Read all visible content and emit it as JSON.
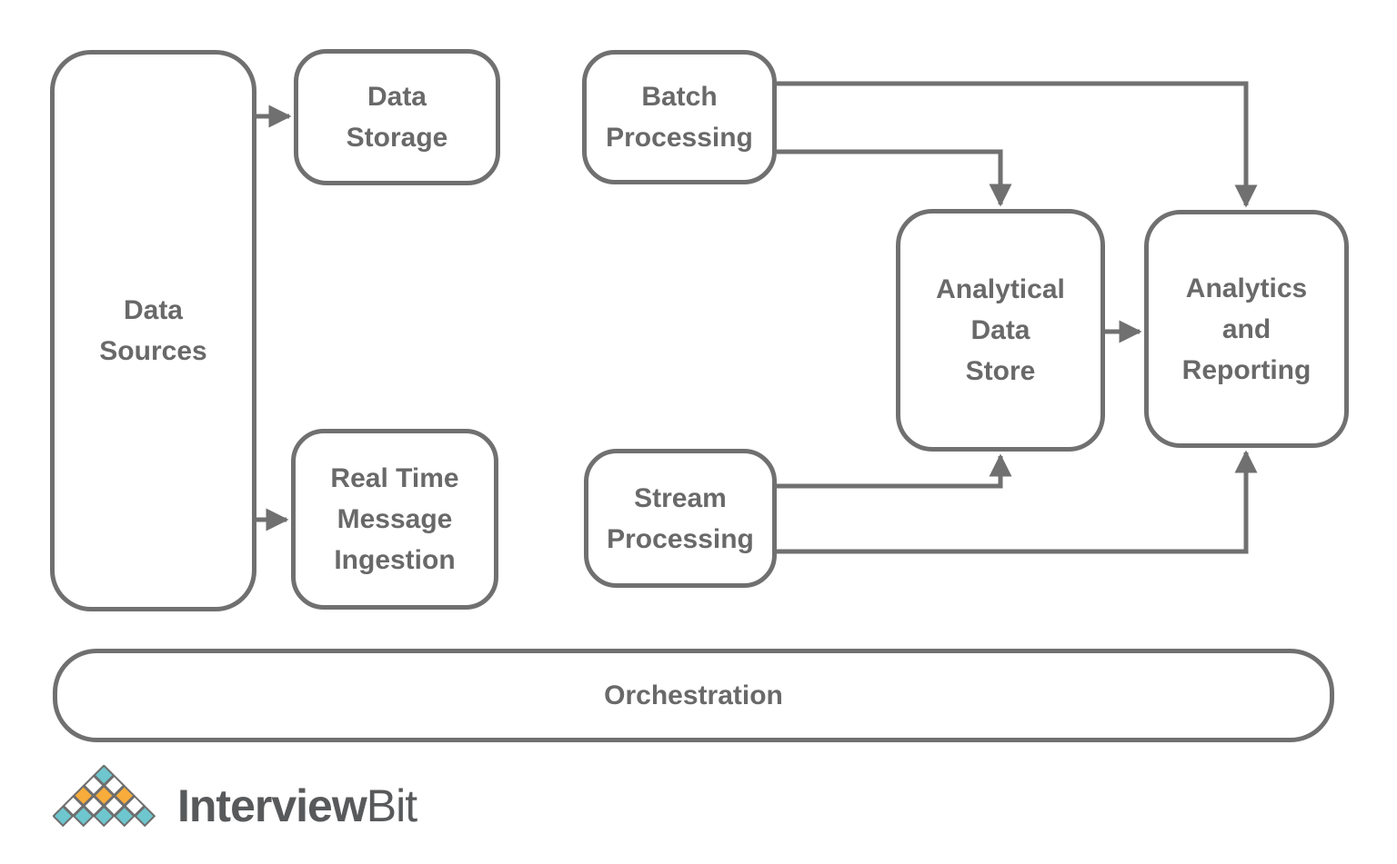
{
  "background": "#ffffff",
  "stroke_color": "#707070",
  "label_color": "#696969",
  "nodes": {
    "data_sources": {
      "label": "Data\nSources"
    },
    "data_storage": {
      "label": "Data\nStorage"
    },
    "batch_processing": {
      "label": "Batch\nProcessing"
    },
    "real_time_message_ingestion": {
      "label": "Real Time\nMessage\nIngestion"
    },
    "stream_processing": {
      "label": "Stream\nProcessing"
    },
    "analytical_data_store": {
      "label": "Analytical\nData\nStore"
    },
    "analytics_and_reporting": {
      "label": "Analytics\nand\nReporting"
    },
    "orchestration": {
      "label": "Orchestration"
    }
  },
  "connections": [
    {
      "from": "Data Sources",
      "to": "Data Storage"
    },
    {
      "from": "Data Sources",
      "to": "Real Time Message Ingestion"
    },
    {
      "from": "Batch Processing",
      "to": "Analytics and Reporting"
    },
    {
      "from": "Batch Processing",
      "to": "Analytical Data Store"
    },
    {
      "from": "Analytical Data Store",
      "to": "Analytics and Reporting"
    },
    {
      "from": "Stream Processing",
      "to": "Analytical Data Store"
    },
    {
      "from": "Stream Processing",
      "to": "Analytics and Reporting"
    }
  ],
  "logo": {
    "brand_bold": "Interview",
    "brand_light": "Bit",
    "text_color": "#58595b",
    "pyramid": {
      "outline": "#6e6e6e",
      "palette": {
        "teal": "#6ec6ce",
        "orange": "#f8ac3b",
        "white": "#ffffff"
      },
      "rows": [
        [
          "teal"
        ],
        [
          "white",
          "white"
        ],
        [
          "orange",
          "orange",
          "orange"
        ],
        [
          "white",
          "white",
          "white",
          "white"
        ],
        [
          "teal",
          "teal",
          "teal",
          "teal",
          "teal"
        ]
      ]
    }
  }
}
